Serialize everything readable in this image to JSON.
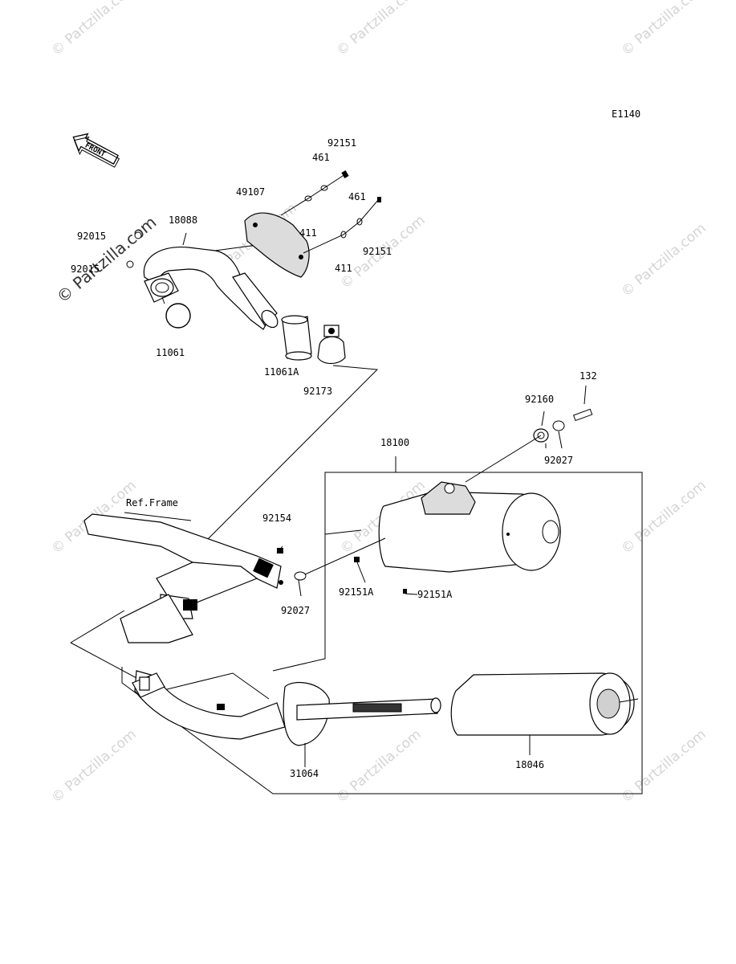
{
  "diagram_code": "E1140",
  "watermark_text": "© Partzilla.com",
  "front_arrow_label": "FRONT",
  "ref_frame_label": "Ref.Frame",
  "part_labels": {
    "p92151_top": "92151",
    "p461_top": "461",
    "p49107": "49107",
    "p461_right": "461",
    "p18088": "18088",
    "p92015_a": "92015",
    "p92015_b": "92015",
    "p411_a": "411",
    "p411_b": "411",
    "p92151_right": "92151",
    "p11061": "11061",
    "p11061A": "11061A",
    "p92173": "92173",
    "p132": "132",
    "p92160": "92160",
    "p18100": "18100",
    "p92027_right": "92027",
    "p92154": "92154",
    "p92151A_a": "92151A",
    "p92151A_b": "92151A",
    "p92027_left": "92027",
    "p31064": "31064",
    "p18046": "18046"
  },
  "colors": {
    "line": "#000000",
    "watermark": "#d4d4d4",
    "fill": "#dcdcdc"
  }
}
